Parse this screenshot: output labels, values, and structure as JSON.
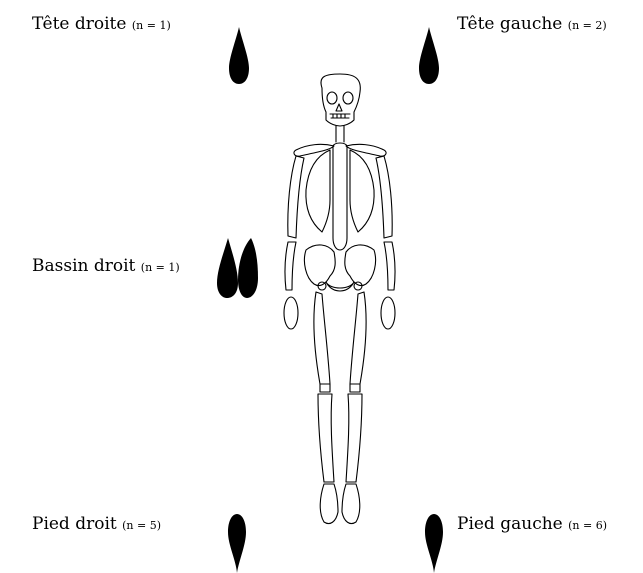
{
  "labels": {
    "head_right": {
      "text": "Tête droite",
      "count": "(n = 1)"
    },
    "head_left": {
      "text": "Tête gauche",
      "count": "(n = 2)"
    },
    "pelvis_right": {
      "text": "Bassin droit",
      "count": "(n = 1)"
    },
    "foot_right": {
      "text": "Pied droit",
      "count": "(n = 5)"
    },
    "foot_left": {
      "text": "Pied gauche",
      "count": "(n = 6)"
    }
  },
  "colors": {
    "marker": "#000000",
    "outline": "#000000",
    "background": "#ffffff"
  },
  "icons": {
    "marker": "teardrop-icon",
    "figure": "skeleton-icon"
  }
}
